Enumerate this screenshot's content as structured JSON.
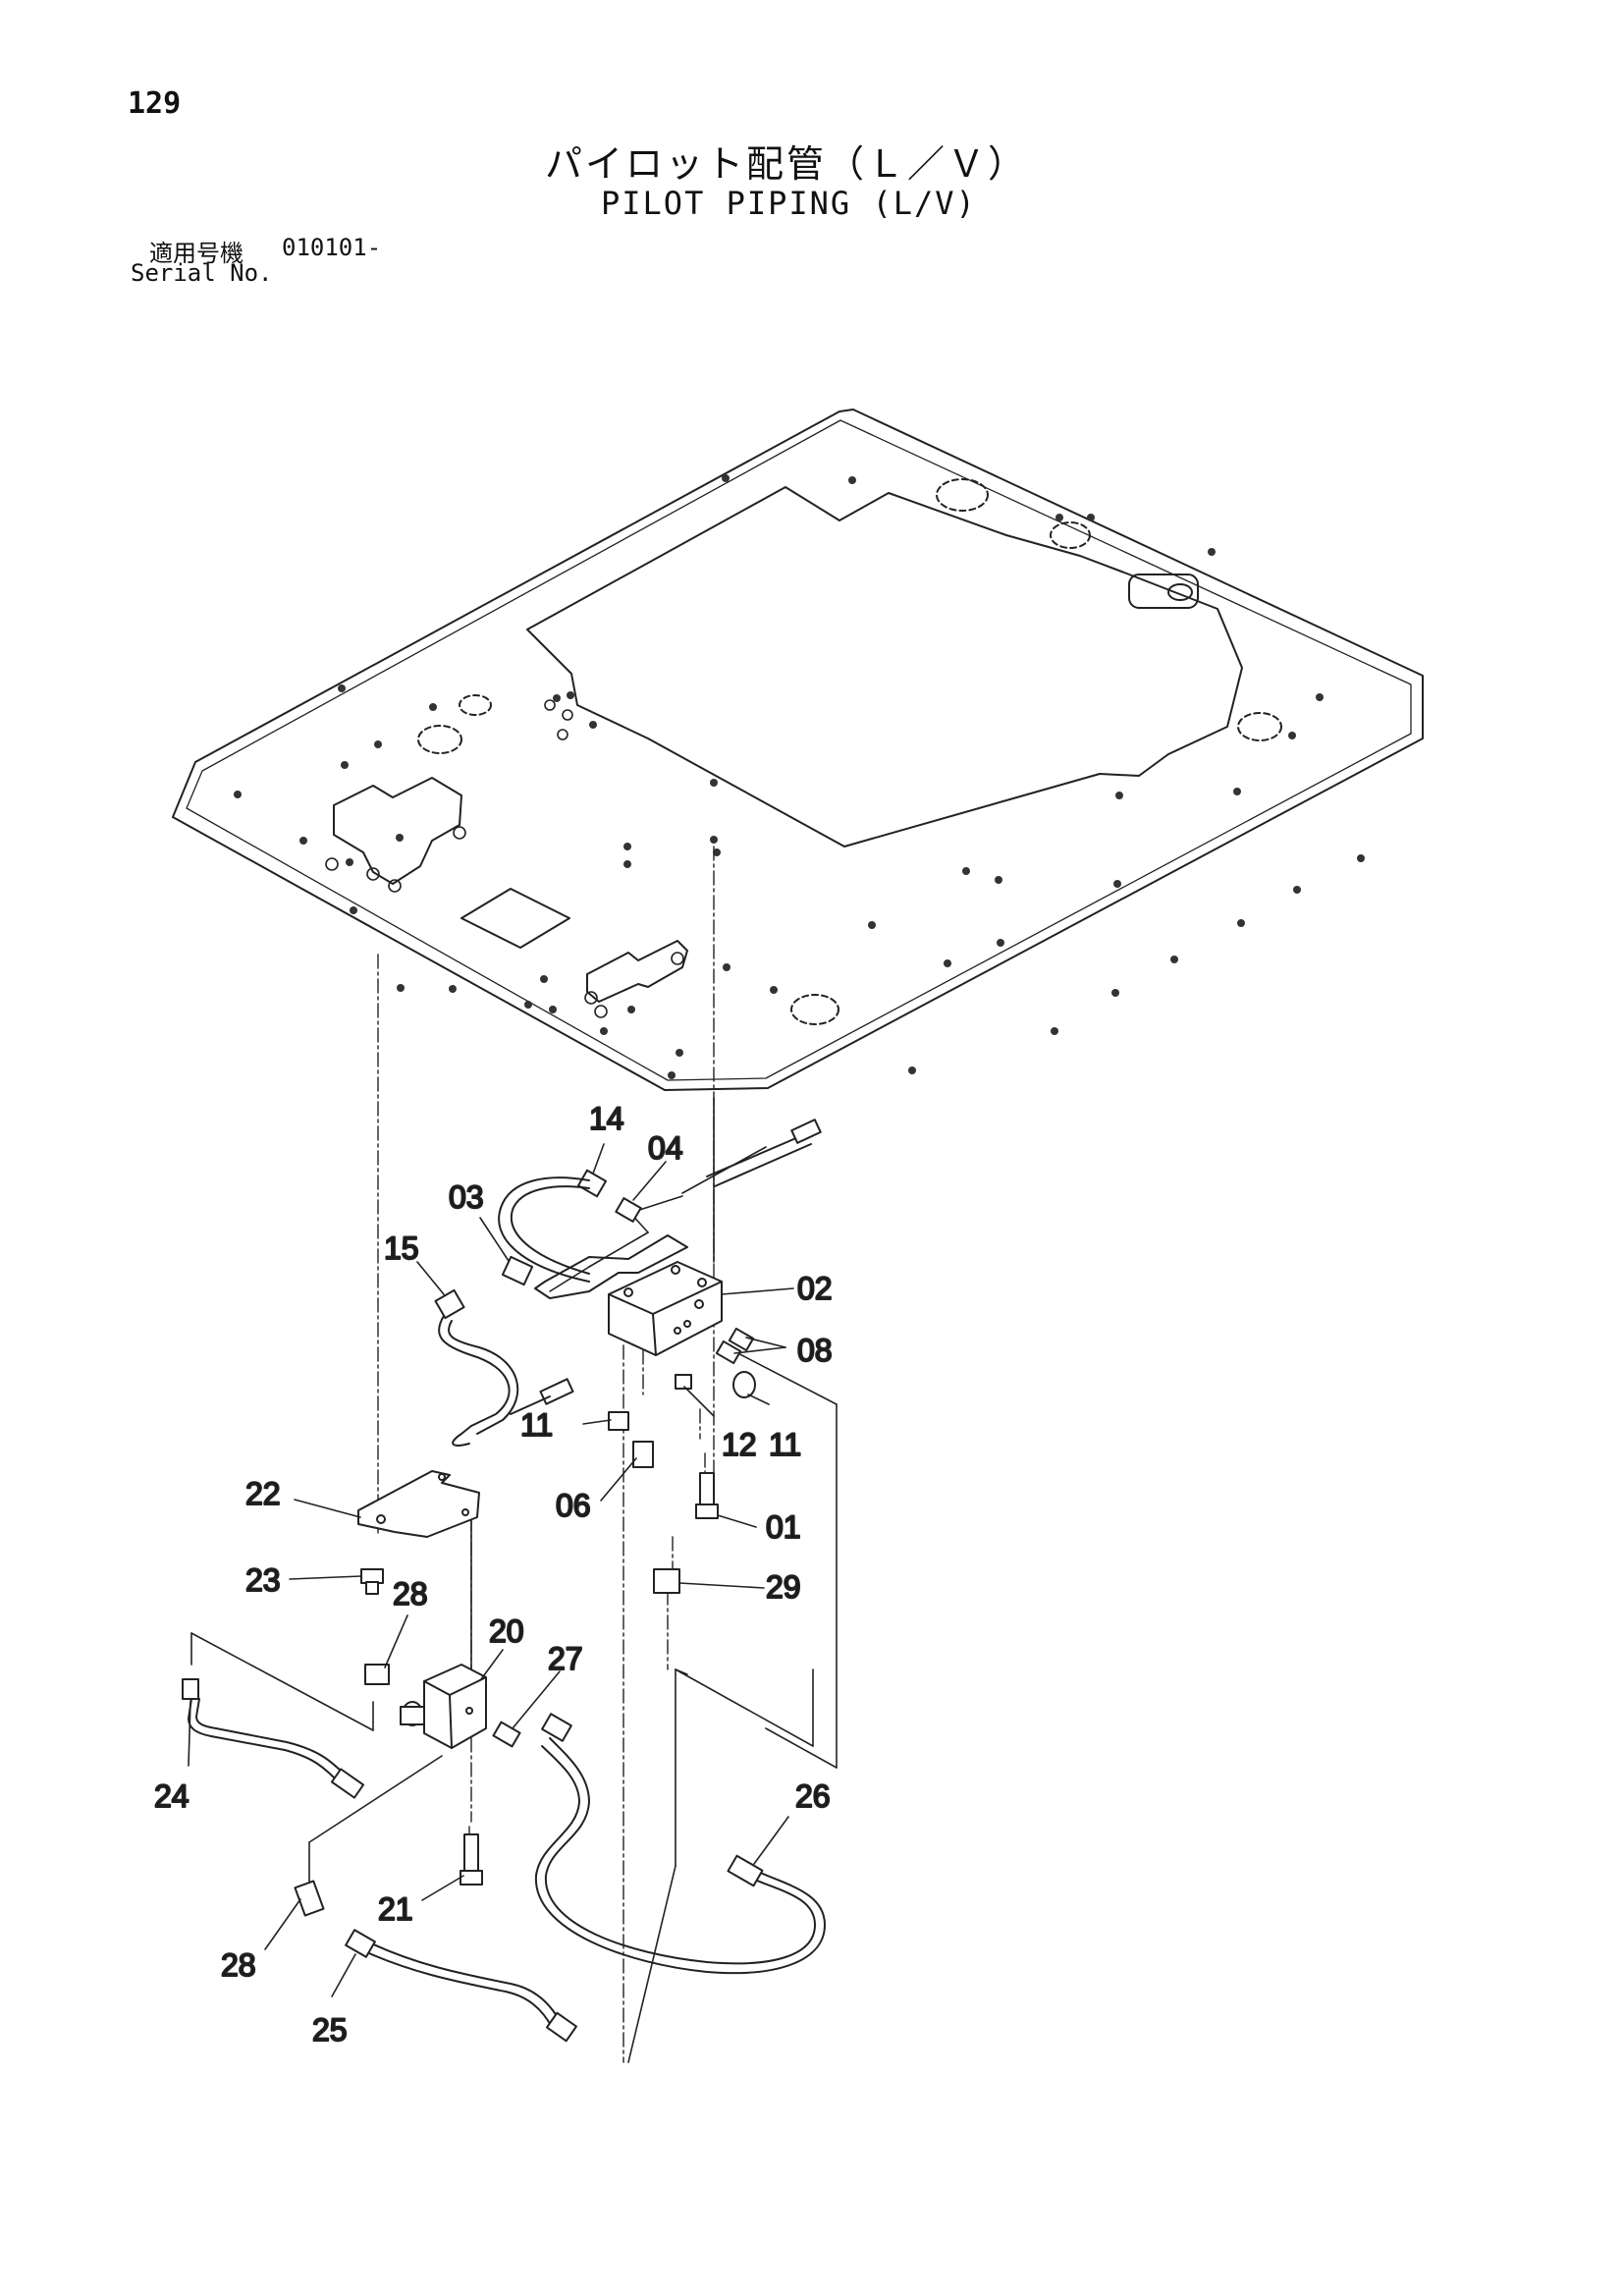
{
  "header": {
    "page_number": "129",
    "title_ja": "パイロット配管（Ｌ／Ｖ）",
    "title_en": "PILOT PIPING (L/V)",
    "serial_label_ja": "適用号機",
    "serial_range": "010101-",
    "serial_label_en": "Serial No."
  },
  "callouts": {
    "c01": "01",
    "c02": "02",
    "c03": "03",
    "c04": "04",
    "c06": "06",
    "c08": "08",
    "c11a": "11",
    "c11b": "11",
    "c12": "12",
    "c14": "14",
    "c15": "15",
    "c20": "20",
    "c21": "21",
    "c22": "22",
    "c23": "23",
    "c24": "24",
    "c25": "25",
    "c26": "26",
    "c27": "27",
    "c28a": "28",
    "c28b": "28",
    "c29": "29"
  }
}
